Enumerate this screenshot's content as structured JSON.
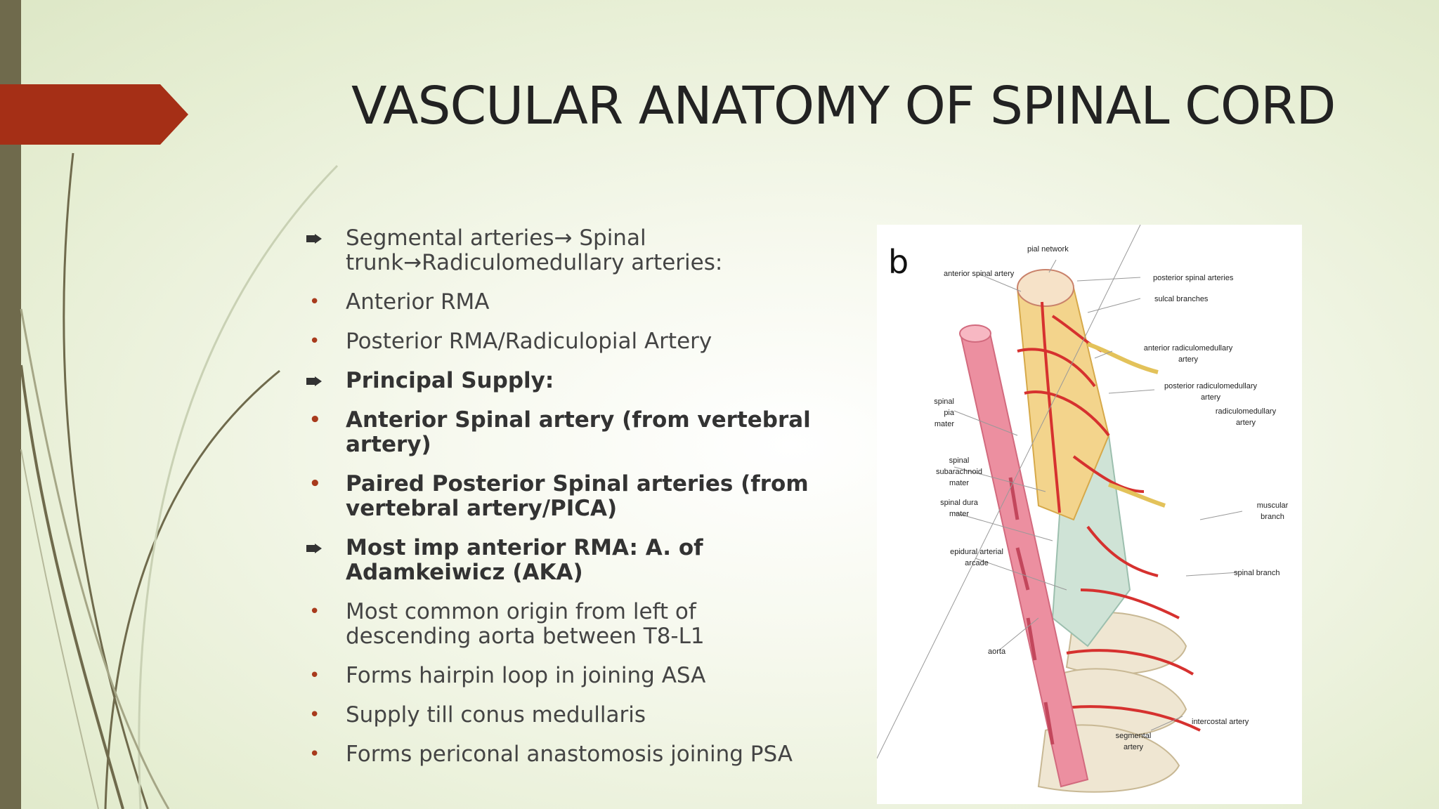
{
  "slide": {
    "title": "VASCULAR ANATOMY OF SPINAL CORD",
    "accent_color": "#a52f16",
    "bullets": [
      {
        "type": "arrow",
        "bold": false,
        "text": "Segmental arteries→ Spinal trunk→Radiculomedullary arteries:"
      },
      {
        "type": "dot",
        "bold": false,
        "text": "Anterior RMA"
      },
      {
        "type": "dot",
        "bold": false,
        "text": "Posterior RMA/Radiculopial Artery"
      },
      {
        "type": "arrow",
        "bold": true,
        "text": "Principal Supply:"
      },
      {
        "type": "dot",
        "bold": true,
        "text": "Anterior Spinal artery (from vertebral artery)"
      },
      {
        "type": "dot",
        "bold": true,
        "text": "Paired Posterior Spinal arteries (from vertebral artery/PICA)"
      },
      {
        "type": "arrow",
        "bold": true,
        "text": "Most imp anterior RMA: A. of Adamkeiwicz (AKA)"
      },
      {
        "type": "dot",
        "bold": false,
        "text": "Most common origin from left of descending aorta between T8-L1"
      },
      {
        "type": "dot",
        "bold": false,
        "text": "Forms hairpin loop in joining ASA"
      },
      {
        "type": "dot",
        "bold": false,
        "text": "Supply till conus medullaris"
      },
      {
        "type": "dot",
        "bold": false,
        "text": "Forms periconal anastomosis joining PSA"
      }
    ]
  },
  "figure": {
    "letter": "b",
    "labels": {
      "pial_network": "pial network",
      "anterior_spinal_artery": "anterior spinal artery",
      "posterior_spinal_arteries": "posterior spinal arteries",
      "sulcal_branches": "sulcal branches",
      "anterior_rma": "anterior radiculomedullary artery",
      "posterior_rma": "posterior radiculomedullary artery",
      "radiculomedullary_artery": "radiculomedullary artery",
      "spinal_pia_mater": "spinal pia mater",
      "spinal_subarachnoid_mater": "spinal subarachnoid mater",
      "spinal_dura_mater": "spinal dura mater",
      "muscular_branch": "muscular branch",
      "epidural_arterial_arcade": "epidural arterial arcade",
      "spinal_branch": "spinal branch",
      "aorta": "aorta",
      "intercostal_artery": "intercostal artery",
      "segmental_artery": "segmental artery"
    }
  }
}
